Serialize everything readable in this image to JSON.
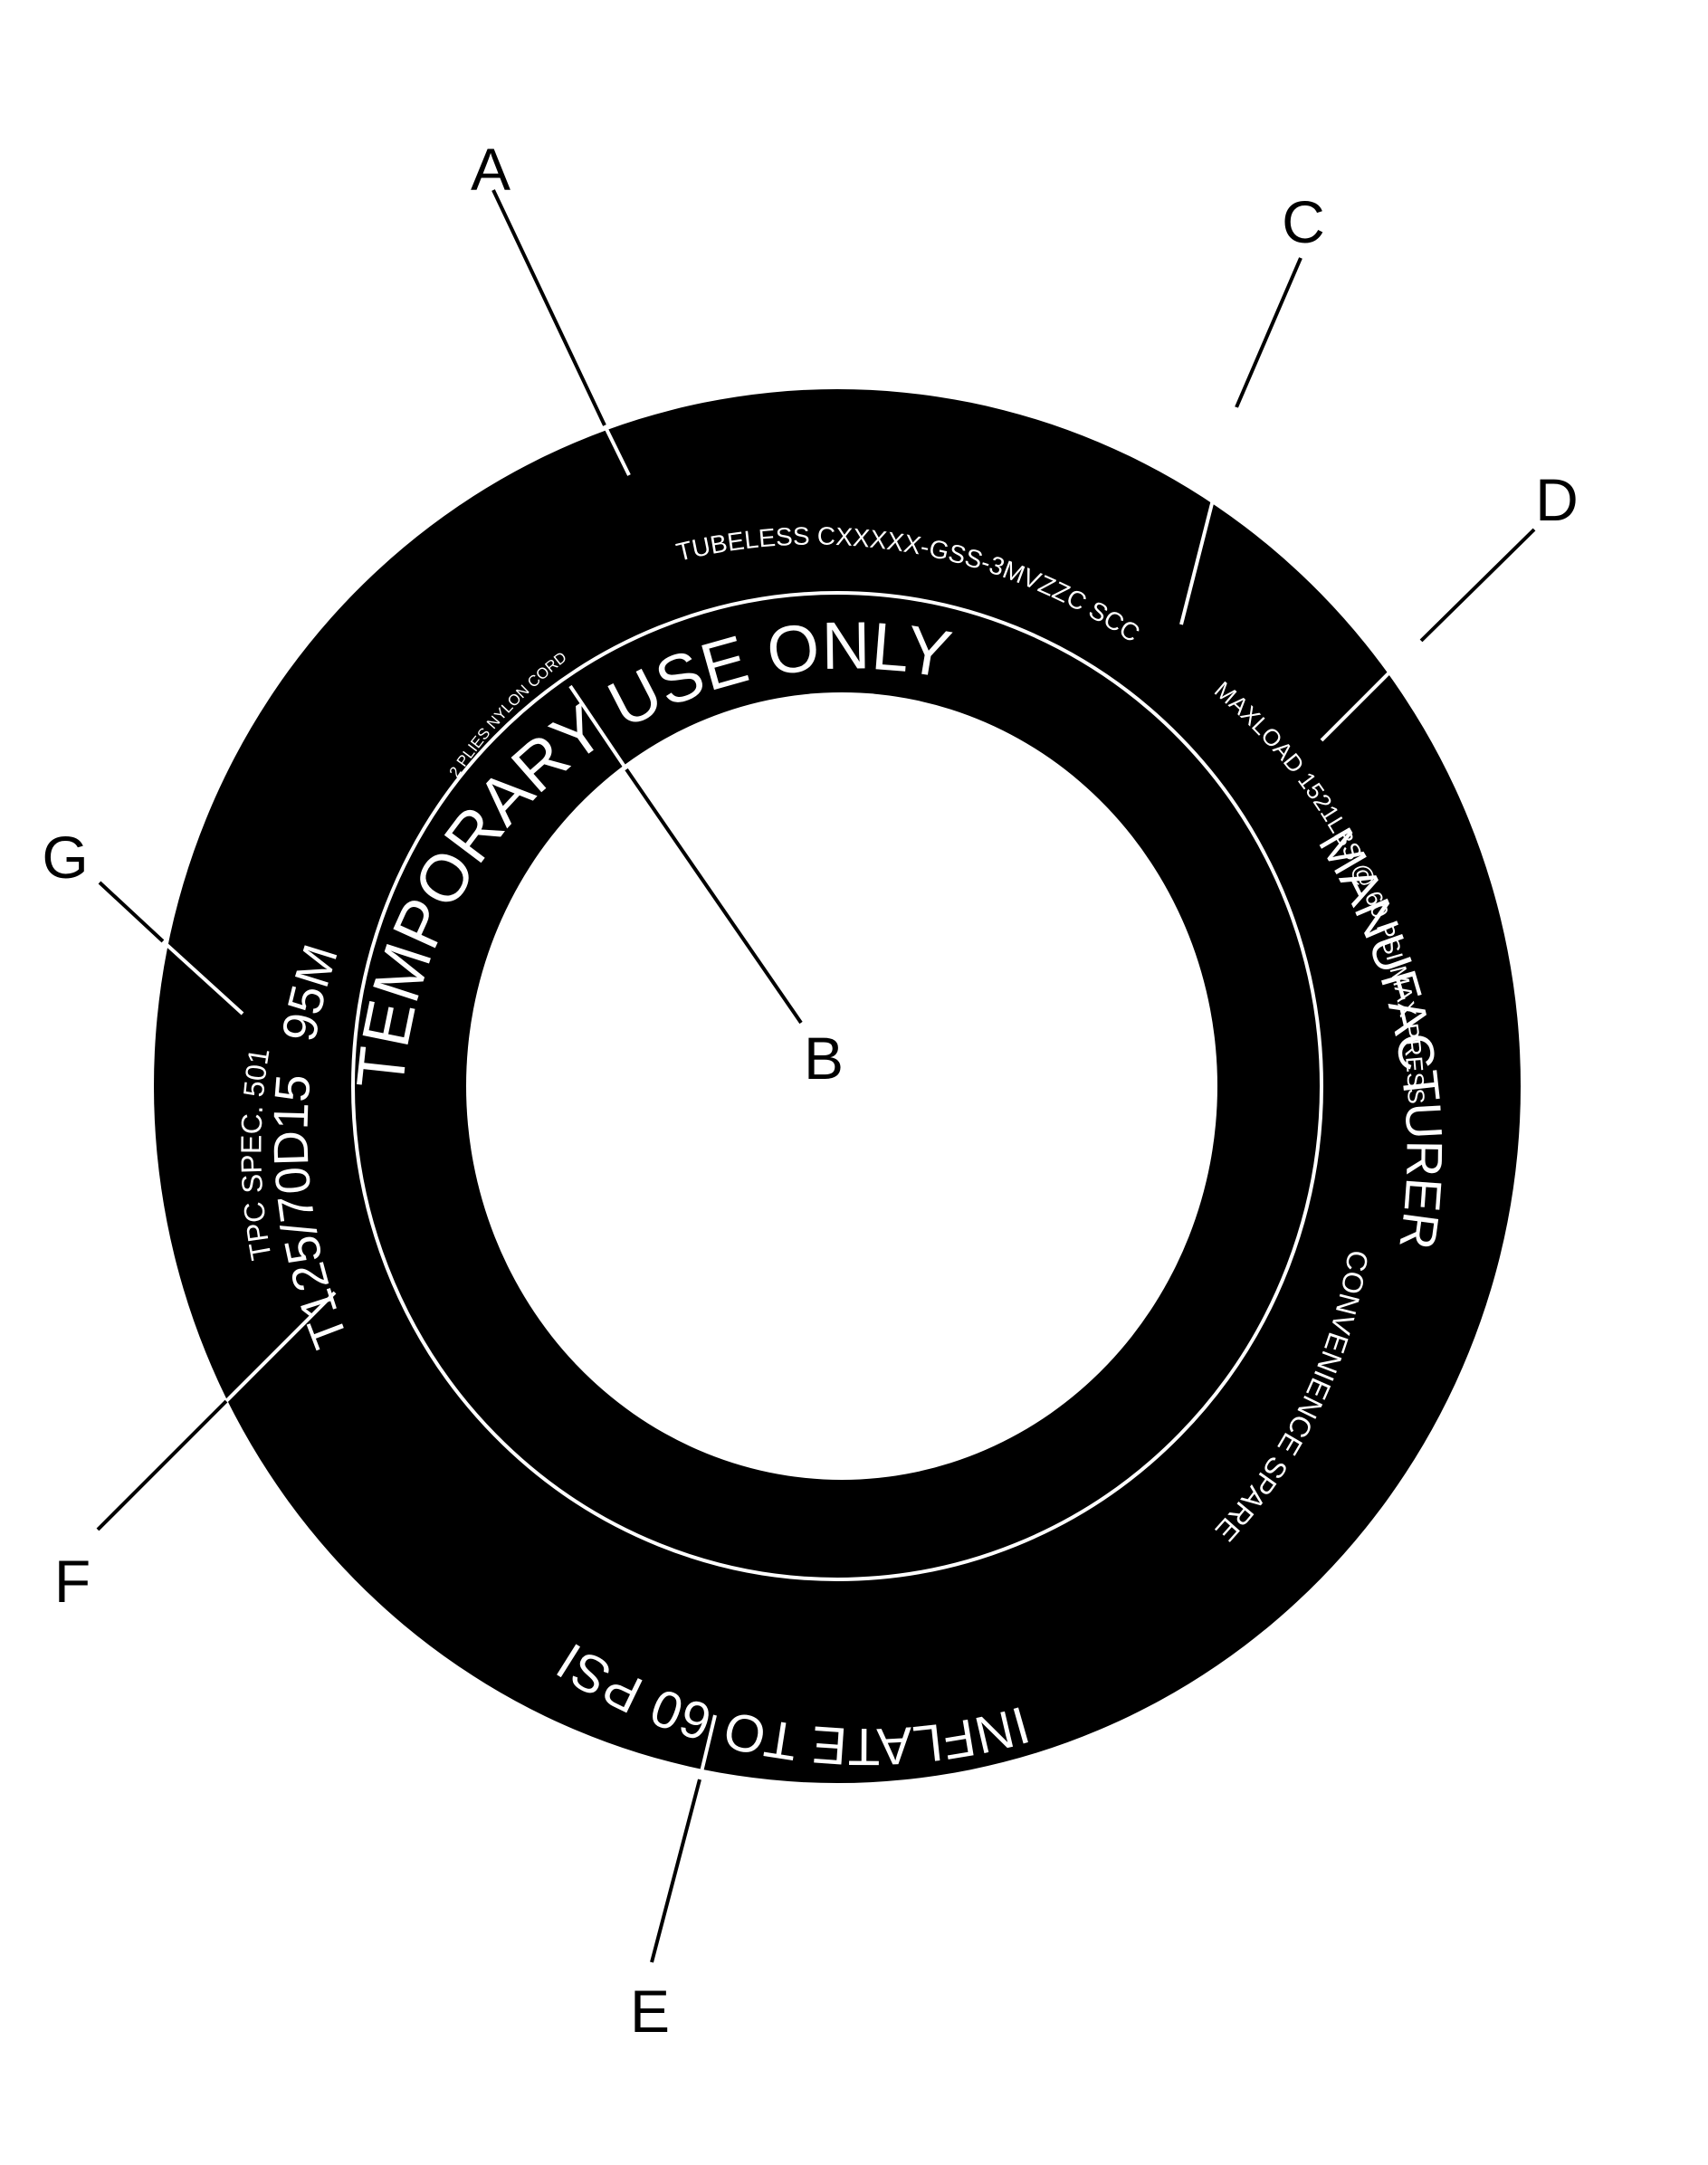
{
  "colors": {
    "background": "#ffffff",
    "tire": "#000000",
    "sidewall_text": "#ffffff",
    "labels": "#000000"
  },
  "sidewall": {
    "temporary_use": "TEMPORARY USE ONLY",
    "tubeless": "TUBELESS CXXXXX-GSS-3MVZZC SCC",
    "plies": "2 PLIES NYLON CORD",
    "maxload": "MAXLOAD 1521LBS @ 60 PSI MAX PRESS",
    "manufacturer": "MANUFACTURER",
    "convenience": "CONVENIENCE SPARE",
    "inflate": "INFLATE TO 60 PSI",
    "size": "T125/70D15",
    "load_speed": "95M",
    "tpc_spec": "TPC SPEC. 501"
  },
  "callouts": {
    "a": "A",
    "b": "B",
    "c": "C",
    "d": "D",
    "e": "E",
    "f": "F",
    "g": "G"
  }
}
